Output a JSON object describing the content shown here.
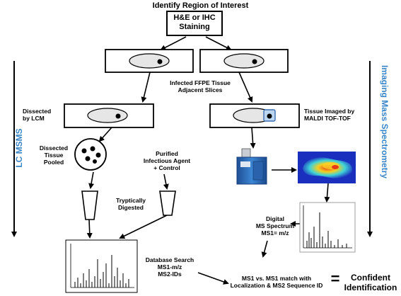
{
  "title": "Identify Region of Interest",
  "staining_box": "H&E or IHC\nStaining",
  "labels": {
    "infected_ffpe": "Infected FFPE Tissue\nAdjacent Slices",
    "dissected_lcm": "Dissected\nby LCM",
    "tissue_imaged": "Tissue Imaged by\nMALDI TOF-TOF",
    "dissected_pooled": "Dissected\nTissue\nPooled",
    "purified_agent": "Purified\nInfectious Agent\n+ Control",
    "tryptically_digested": "Tryptically\nDigested",
    "digital_ms": "Digital\nMS Spectrum\nMS1= m/z",
    "database_search": "Database Search\nMS1-m/z\nMS2-IDs",
    "ms1_match": "MS1 vs. MS1 match with\nLocalization & MS2 Sequence ID",
    "equals": "=",
    "confident_identification": "Confident\nIdentification"
  },
  "side_labels": {
    "left": "LC MSMS",
    "right": "Imaging Mass Spectrometry"
  },
  "colors": {
    "side_label": "#3a86c8",
    "ellipse_fill": "#e6e6e6",
    "instrument_blue": "#2f6fb6",
    "heatmap_low": "#1b2fbf",
    "heatmap_high": "#e83a16"
  }
}
